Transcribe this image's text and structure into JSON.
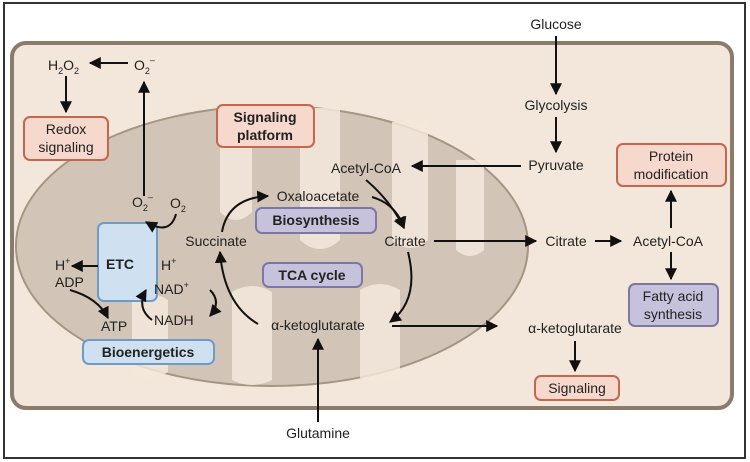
{
  "labels": {
    "glucose": "Glucose",
    "glycolysis": "Glycolysis",
    "pyruvate": "Pyruvate",
    "acetyl_coa_mito": "Acetyl-CoA",
    "oxaloacetate": "Oxaloacetate",
    "citrate_mito": "Citrate",
    "citrate_cyto": "Citrate",
    "acetyl_coa_cyto": "Acetyl-CoA",
    "succinate": "Succinate",
    "alpha_kg_mito": "α-ketoglutarate",
    "alpha_kg_cyto": "α-ketoglutarate",
    "glutamine": "Glutamine",
    "nad": "NAD",
    "nad_sup": "+",
    "nadh": "NADH",
    "adp": "ADP",
    "atp": "ATP",
    "h_left": "H",
    "h_right": "H",
    "h_sup": "+",
    "o2_char": "O",
    "o2_sub": "2",
    "o2_minus": "–",
    "h2o2_h": "H",
    "h2o2_o": "O",
    "h2o2_sub": "2"
  },
  "boxes": {
    "etc": "ETC",
    "redox_line1": "Redox",
    "redox_line2": "signaling",
    "signaling_platform_line1": "Signaling",
    "signaling_platform_line2": "platform",
    "biosynthesis": "Biosynthesis",
    "tca_cycle": "TCA cycle",
    "bioenergetics": "Bioenergetics",
    "protein_mod_line1": "Protein",
    "protein_mod_line2": "modification",
    "fatty_acid_line1": "Fatty acid",
    "fatty_acid_line2": "synthesis",
    "signaling": "Signaling"
  },
  "colors": {
    "cell_fill": "#f3e7db",
    "cell_border": "#8c7a6b",
    "mito_fill": "#d2c5b8",
    "mito_border": "#a59583",
    "cristae_fill": "#f3e7db",
    "pink_box_fill": "#f6d8cc",
    "pink_box_border": "#c5674e",
    "purple_box_fill": "#c7c2dc",
    "purple_box_border": "#7d77a6",
    "blue_box_fill": "#cfe1f1",
    "blue_box_border": "#6e9bc5"
  }
}
